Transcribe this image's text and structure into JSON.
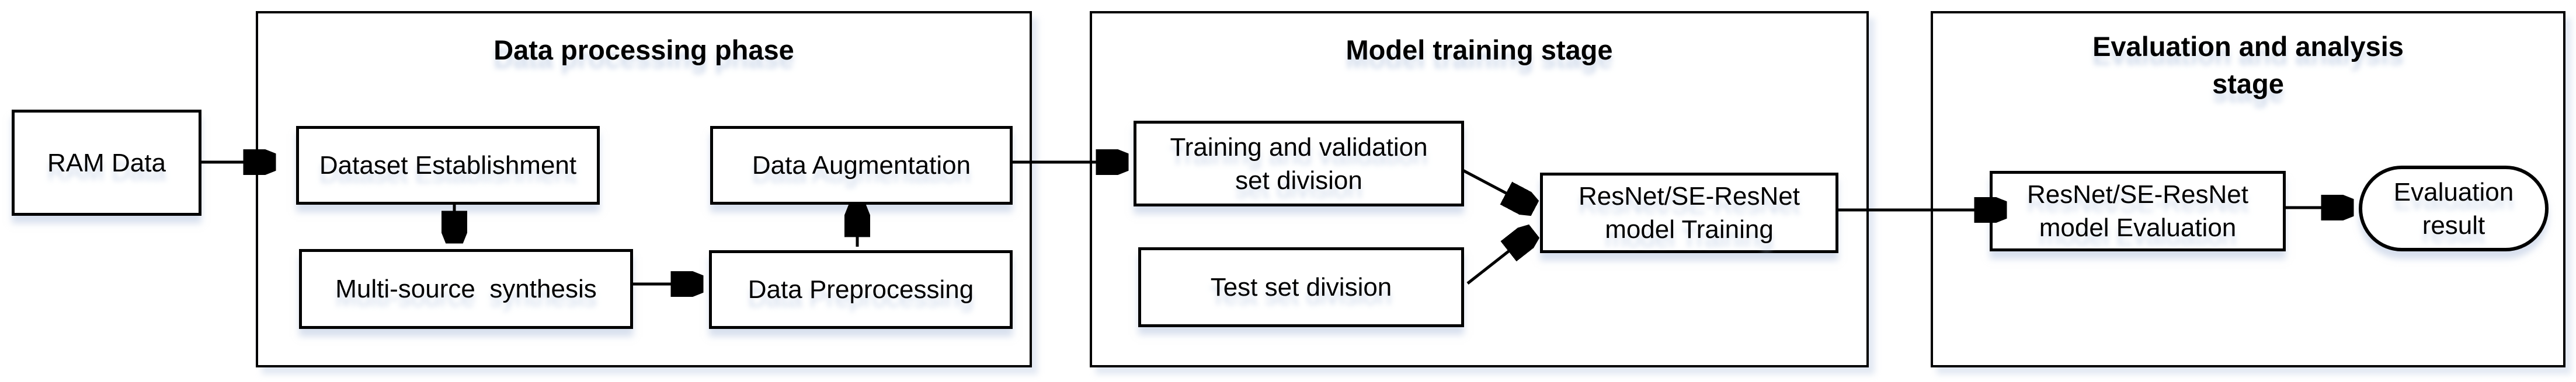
{
  "figure": {
    "colors": {
      "ink": "#000000",
      "background": "#ffffff",
      "shadow_tint": "#b8c7e0"
    },
    "groups": {
      "data_processing": {
        "title": "Data processing phase"
      },
      "model_training": {
        "title": "Model training stage"
      },
      "evaluation_analysis": {
        "title_lines": [
          "Evaluation and analysis",
          "stage"
        ]
      }
    },
    "nodes": {
      "ram_data": {
        "label": "RAM Data"
      },
      "dataset_establishment": {
        "label": "Dataset Establishment"
      },
      "data_augmentation": {
        "label": "Data Augmentation"
      },
      "multi_source_synthesis": {
        "label": "Multi-source  synthesis"
      },
      "data_preprocessing": {
        "label": "Data Preprocessing"
      },
      "training_validation_division": {
        "label_lines": [
          "Training and validation",
          "set division"
        ]
      },
      "test_set_division": {
        "label": "Test set division"
      },
      "resnet_model_training": {
        "label_lines": [
          "ResNet/SE-ResNet",
          "model Training"
        ]
      },
      "resnet_model_evaluation": {
        "label_lines": [
          "ResNet/SE-ResNet",
          "model Evaluation"
        ]
      },
      "evaluation_result": {
        "label_lines": [
          "Evaluation",
          "result"
        ]
      }
    }
  }
}
